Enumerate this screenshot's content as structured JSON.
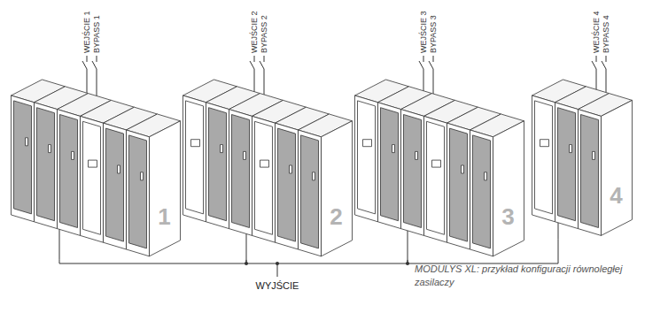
{
  "diagram": {
    "caption": "MODULYS XL: przykład konfiguracji równoległej zasilaczy",
    "nodes": [
      {
        "text": [
          "1"
        ]
      },
      {
        "text": [
          "2"
        ]
      },
      {
        "text": [
          "3"
        ]
      },
      {
        "text": [
          "4"
        ]
      }
    ],
    "edges": [
      {
        "from": 0,
        "to": 1,
        "arrow": "none"
      },
      {
        "from": 1,
        "to": 2,
        "arrow": "none"
      },
      {
        "from": 2,
        "to": 3,
        "arrow": "none"
      }
    ],
    "labels": [
      "WEJŚCIE 1",
      "BYPASS 1",
      "WEJŚCIE 2",
      "BYPASS 2",
      "WEJŚCIE 3",
      "BYPASS 3",
      "WEJŚCIE 4",
      "BYPASS 4",
      "WYJŚCIE"
    ]
  }
}
